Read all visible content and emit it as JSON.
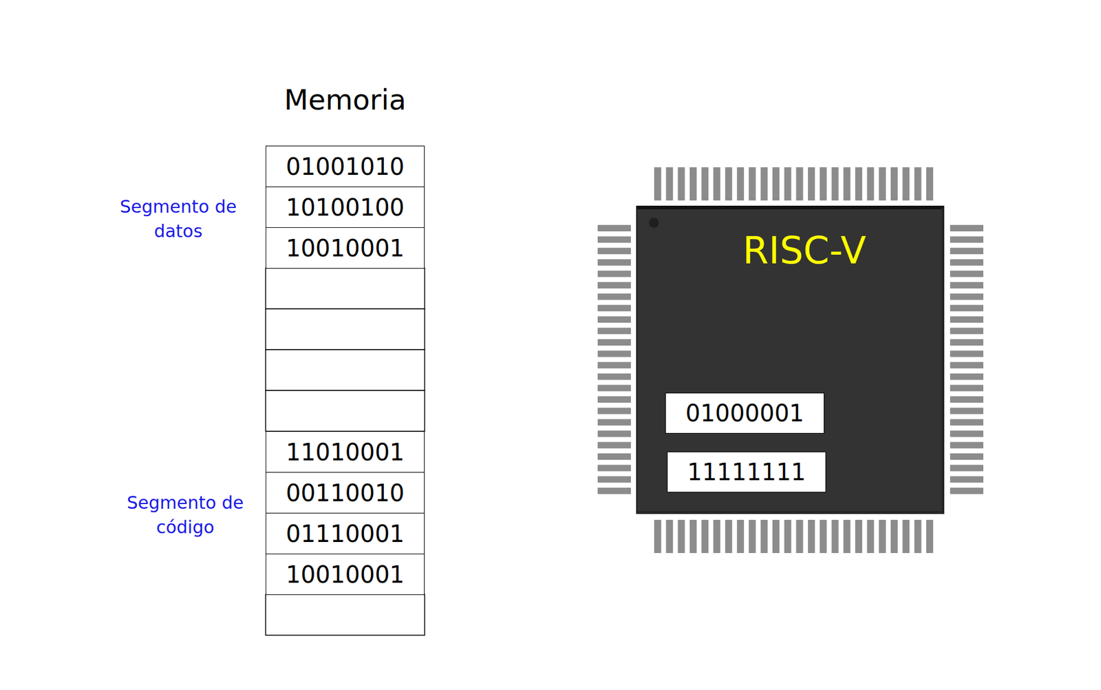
{
  "diagram": {
    "nodes": [
      {
        "text": [
          "Memoria"
        ]
      },
      {
        "text": [
          "01001010"
        ],
        "in": 0
      },
      {
        "text": [
          "10100100"
        ],
        "in": 0
      },
      {
        "text": [
          "10010001"
        ],
        "in": 0
      },
      {
        "text": [
          "11010001"
        ],
        "in": 0
      },
      {
        "text": [
          "00110010"
        ],
        "in": 0
      },
      {
        "text": [
          "01110001"
        ],
        "in": 0
      },
      {
        "text": [
          "10010001"
        ],
        "in": 0
      },
      {
        "text": [
          "RISC-V"
        ]
      },
      {
        "text": [
          "01000001"
        ],
        "in": 8
      },
      {
        "text": [
          "11111111"
        ],
        "in": 8
      }
    ],
    "labels": [
      "Segmento de datos",
      "Segmento de código"
    ]
  }
}
